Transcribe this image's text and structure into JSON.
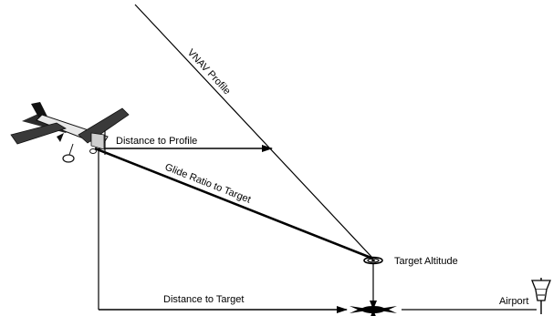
{
  "diagram": {
    "labels": {
      "vnav_profile": "VNAV Profile",
      "distance_to_profile": "Distance to Profile",
      "glide_ratio_to_target": "Glide Ratio to Target",
      "target_altitude": "Target Altitude",
      "distance_to_target": "Distance to Target",
      "airport": "Airport"
    },
    "icons": {
      "aircraft": "aircraft-icon",
      "target_altitude_marker": "target-altitude-icon",
      "ground_position_marker": "ground-target-icon",
      "airport": "windsock-icon"
    }
  }
}
